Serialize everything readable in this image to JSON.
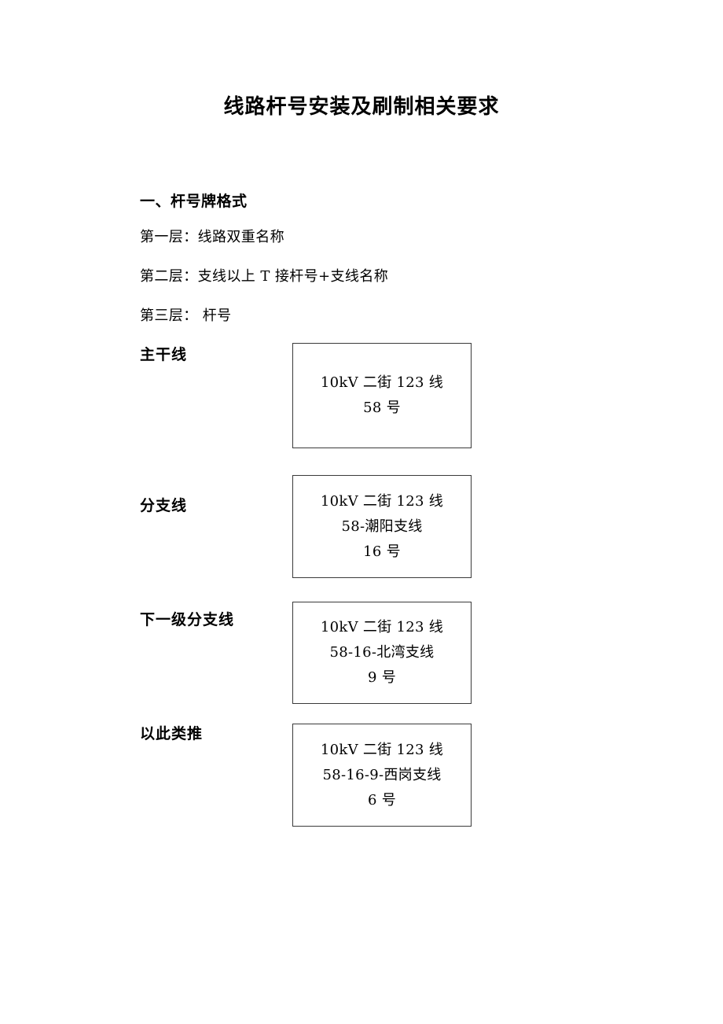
{
  "document": {
    "title": "线路杆号安装及刷制相关要求",
    "section": {
      "heading": "一、杆号牌格式",
      "lines": [
        "第一层：线路双重名称",
        "第二层：支线以上 T 接杆号+支线名称",
        "第三层： 杆号"
      ]
    },
    "plates": [
      {
        "label": "主干线",
        "lines": [
          "10kV 二街 123 线",
          "58 号"
        ]
      },
      {
        "label": "分支线",
        "lines": [
          "10kV 二街 123 线",
          "58-潮阳支线",
          "16 号"
        ]
      },
      {
        "label": "下一级分支线",
        "lines": [
          "10kV 二街 123 线",
          "58-16-北湾支线",
          "9 号"
        ]
      },
      {
        "label": "以此类推",
        "lines": [
          "10kV 二街 123 线",
          "58-16-9-西岗支线",
          "6 号"
        ]
      }
    ]
  },
  "colors": {
    "page_background": "#ffffff",
    "text": "#000000",
    "box_border": "#3a3a3a"
  }
}
